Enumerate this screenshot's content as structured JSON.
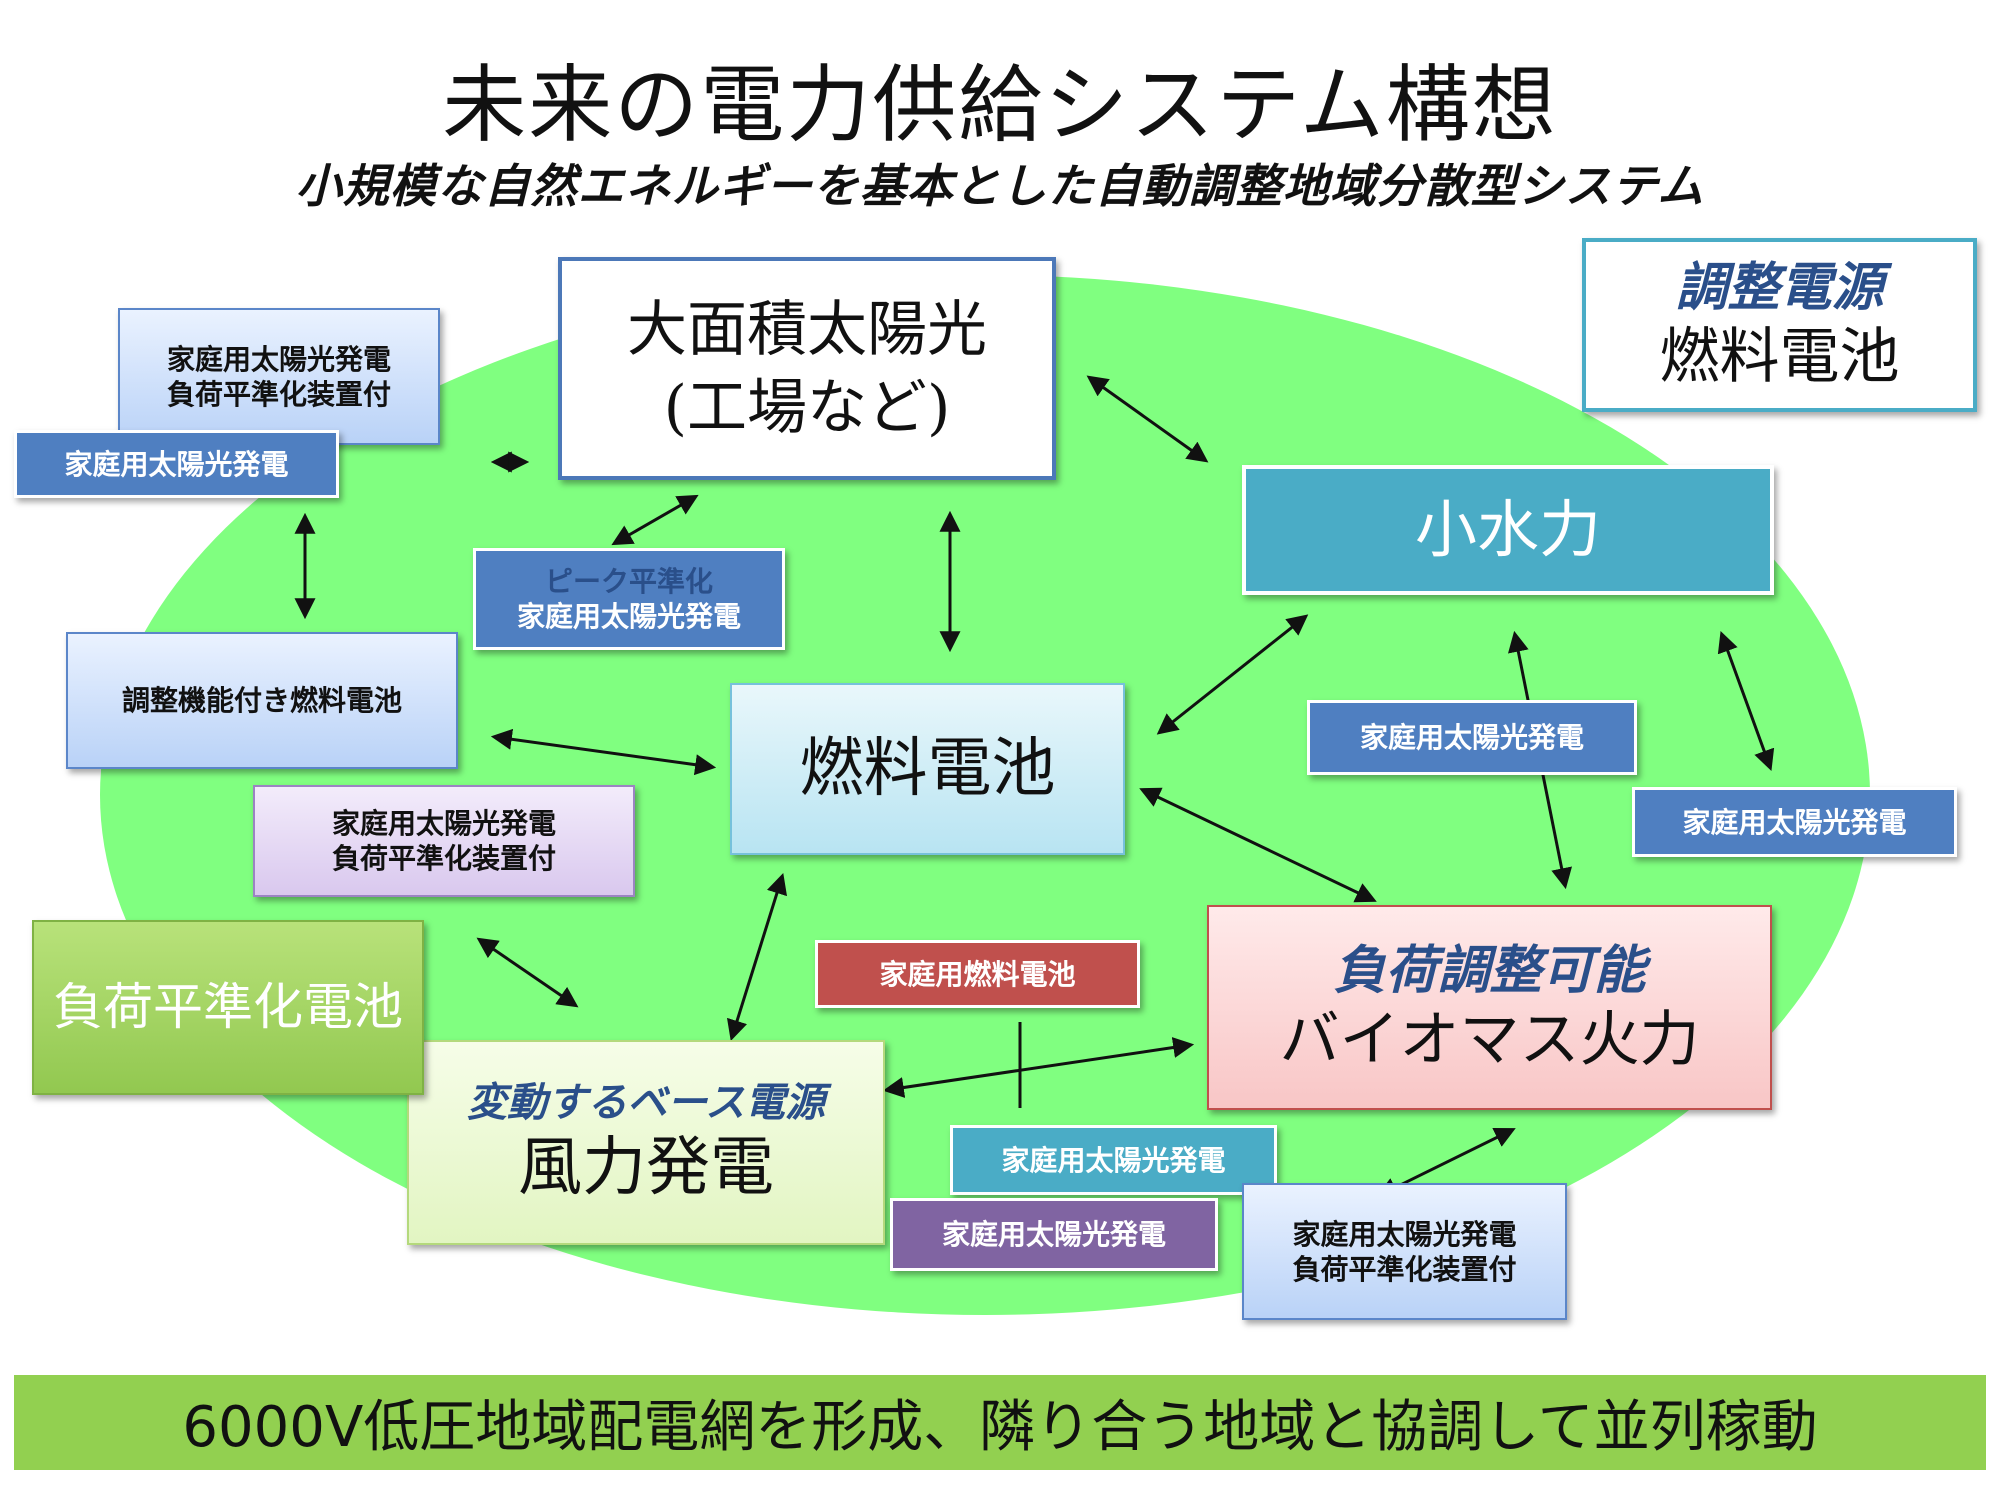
{
  "title": "未来の電力供給システム構想",
  "subtitle": "小規模な自然エネルギーを基本とした自動調整地域分散型システム",
  "nodes": {
    "large_solar": {
      "line1": "大面積太陽光",
      "line2": "(工場など)"
    },
    "adjust_power": {
      "heading": "調整電源",
      "body": "燃料電池"
    },
    "small_hydro": {
      "label": "小水力"
    },
    "fuel_cell_center": {
      "label": "燃料電池"
    },
    "biomass": {
      "heading": "負荷調整可能",
      "body": "バイオマス火力"
    },
    "wind": {
      "heading": "変動するベース電源",
      "body": "風力発電"
    },
    "load_battery": {
      "label": "負荷平準化電池"
    },
    "adj_fuel_cell": {
      "label": "調整機能付き燃料電池"
    },
    "home_fuel_cell": {
      "label": "家庭用燃料電池"
    },
    "home_solar_leveling_topleft": {
      "line1": "家庭用太陽光発電",
      "line2": "負荷平準化装置付"
    },
    "home_solar_topleft": {
      "label": "家庭用太陽光発電"
    },
    "peak_leveling": {
      "line1": "ピーク平準化",
      "line2": "家庭用太陽光発電"
    },
    "home_solar_leveling_mid": {
      "line1": "家庭用太陽光発電",
      "line2": "負荷平準化装置付"
    },
    "home_solar_mid_right": {
      "label": "家庭用太陽光発電"
    },
    "home_solar_far_right": {
      "label": "家庭用太陽光発電"
    },
    "home_solar_teal": {
      "label": "家庭用太陽光発電"
    },
    "home_solar_purple": {
      "label": "家庭用太陽光発電"
    },
    "home_solar_leveling_bottom": {
      "line1": "家庭用太陽光発電",
      "line2": "負荷平準化装置付"
    }
  },
  "footer": "6000V低圧地域配電網を形成、隣り合う地域と協調して並列稼動",
  "colors": {
    "region_green": "#80ff80",
    "footer_green": "#92d050",
    "teal": "#4aacc6",
    "red": "#c0504d",
    "purple": "#8064a2",
    "blue": "#4f7fc1"
  }
}
